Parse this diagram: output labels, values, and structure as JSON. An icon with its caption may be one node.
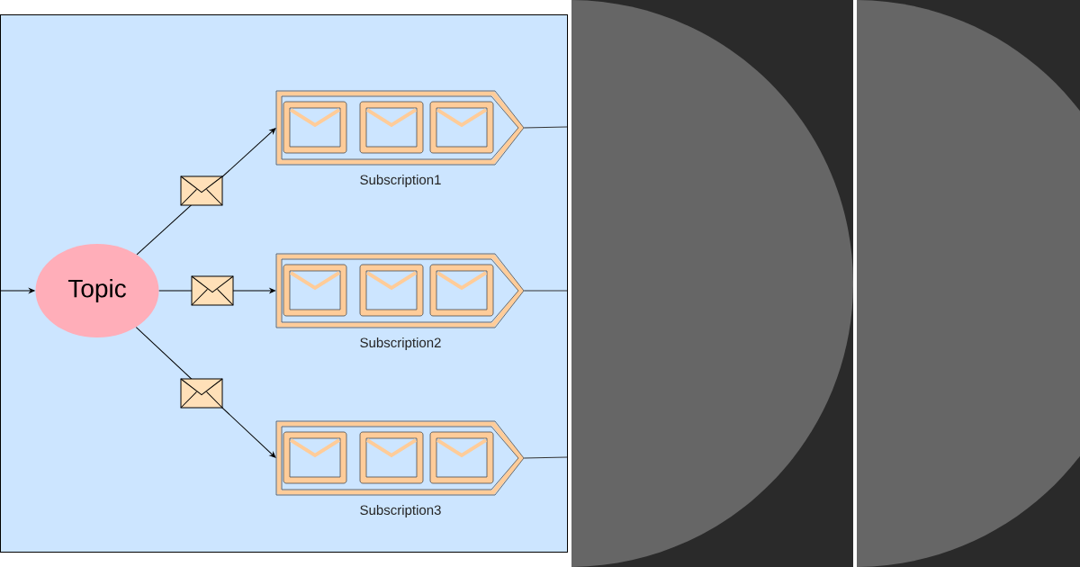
{
  "diagram": {
    "nodes": [
      {
        "text": [],
        "shape": "box"
      },
      {
        "text": [
          "Topic"
        ],
        "in": 0
      },
      {
        "text": [
          "Subscription1"
        ],
        "in": 0
      },
      {
        "text": [
          "Subscription2"
        ],
        "in": 0
      },
      {
        "text": [
          "Subscription3"
        ],
        "in": 0
      }
    ],
    "edges": [
      {
        "from": null,
        "to": 1,
        "arrow": "to"
      },
      {
        "from": 1,
        "to": 2,
        "arrow": "to"
      },
      {
        "from": 1,
        "to": 3,
        "arrow": "to"
      },
      {
        "from": 1,
        "to": 4,
        "arrow": "to"
      },
      {
        "from": 2,
        "to": null,
        "arrow": "none"
      },
      {
        "from": 3,
        "to": null,
        "arrow": "none"
      },
      {
        "from": 4,
        "to": null,
        "arrow": "none"
      }
    ]
  }
}
